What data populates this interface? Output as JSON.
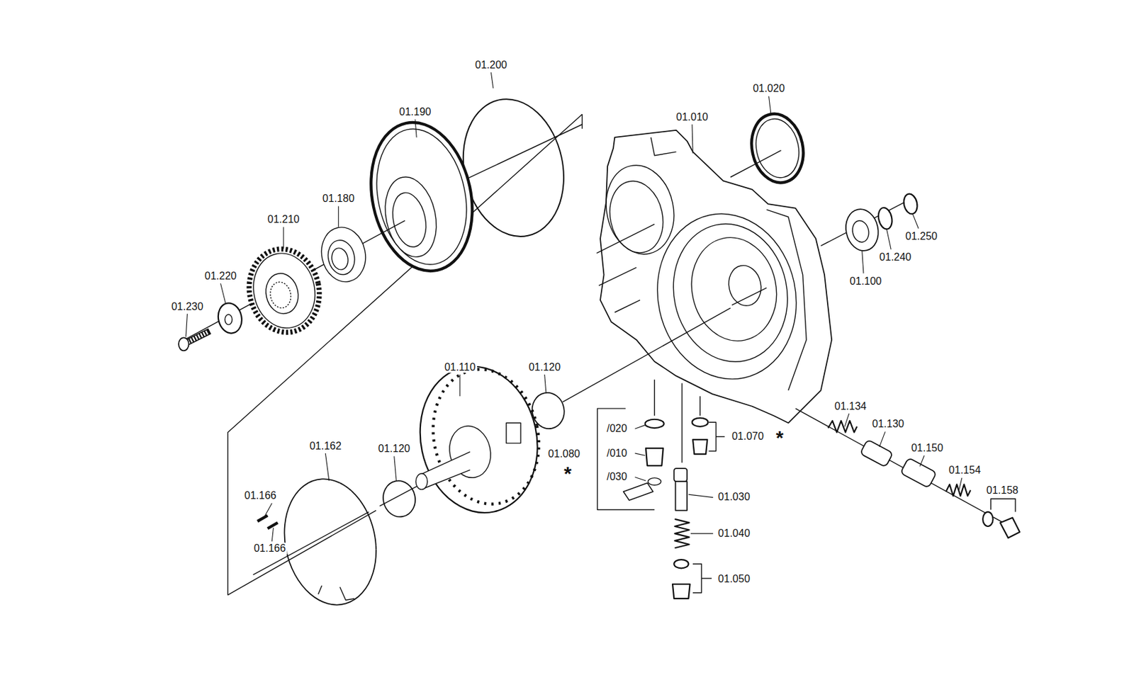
{
  "diagram": {
    "labels": [
      "01.200",
      "01.190",
      "01.020",
      "01.010",
      "01.180",
      "01.210",
      "01.250",
      "01.240",
      "01.220",
      "01.230",
      "01.100",
      "01.110",
      "01.120",
      "01.134",
      "01.130",
      "01.150",
      "01.154",
      "01.158",
      "/020",
      "/010",
      "/030",
      "01.080",
      "*",
      "01.070",
      "*",
      "01.030",
      "01.162",
      "01.120",
      "01.166",
      "01.166",
      "01.040",
      "01.050"
    ]
  }
}
